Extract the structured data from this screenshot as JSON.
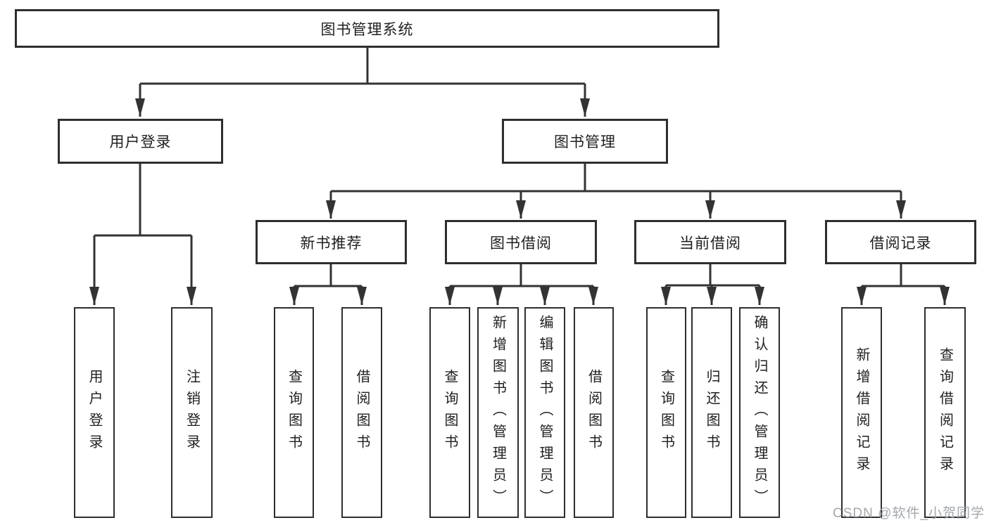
{
  "diagram": {
    "root": {
      "label": "图书管理系统"
    },
    "branches": [
      {
        "label": "用户登录",
        "children": [
          {
            "label": "用户登录"
          },
          {
            "label": "注销登录"
          }
        ]
      },
      {
        "label": "图书管理",
        "children": [
          {
            "label": "新书推荐",
            "children": [
              {
                "label": "查询图书"
              },
              {
                "label": "借阅图书"
              }
            ]
          },
          {
            "label": "图书借阅",
            "children": [
              {
                "label": "查询图书"
              },
              {
                "label": "新增图书（管理员）"
              },
              {
                "label": "编辑图书（管理员）"
              },
              {
                "label": "借阅图书"
              }
            ]
          },
          {
            "label": "当前借阅",
            "children": [
              {
                "label": "查询图书"
              },
              {
                "label": "归还图书"
              },
              {
                "label": "确认归还（管理员）"
              }
            ]
          },
          {
            "label": "借阅记录",
            "children": [
              {
                "label": "新增借阅记录"
              },
              {
                "label": "查询借阅记录"
              }
            ]
          }
        ]
      }
    ]
  },
  "watermark": {
    "text": "CSDN @软件_小贺同学",
    "color": "#9ea2a8"
  },
  "colors": {
    "line": "#333333",
    "box_border": "#2e2e2e",
    "text": "#1f1f1f",
    "background": "#ffffff"
  }
}
